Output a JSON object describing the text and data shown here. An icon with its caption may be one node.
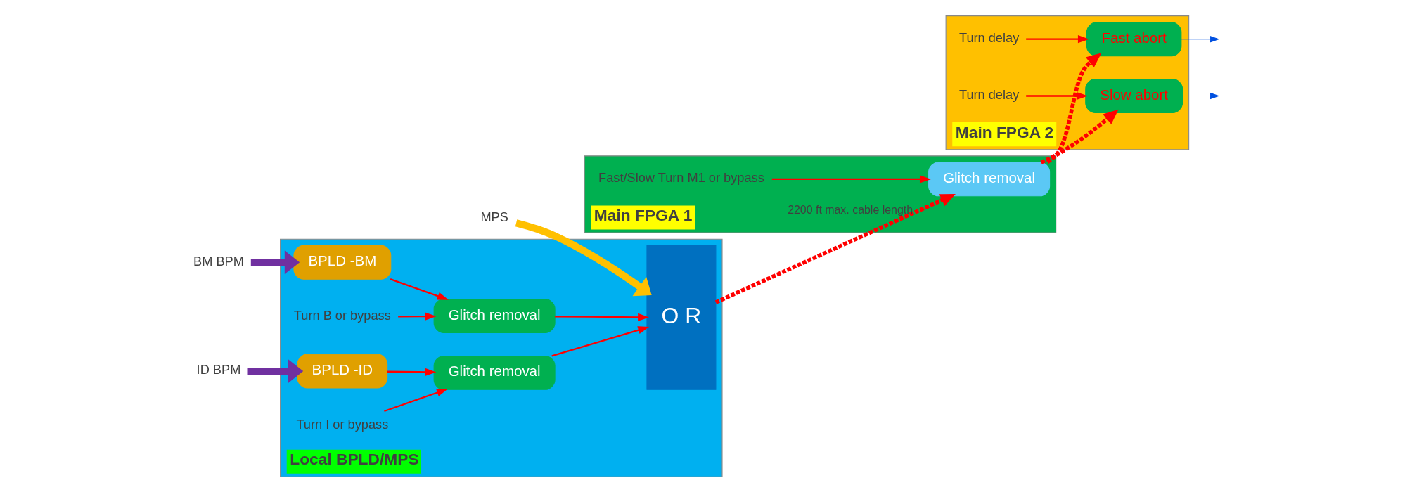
{
  "diagram": {
    "nodes": [
      {
        "text": [
          "Local BPLD/MPS"
        ]
      },
      {
        "text": [
          "BM BPM"
        ]
      },
      {
        "text": [
          "BPLD -BM"
        ],
        "in": 0
      },
      {
        "text": [
          "Glitch removal"
        ],
        "in": 0
      },
      {
        "text": [
          "Turn B or bypass"
        ],
        "in": 0
      },
      {
        "text": [
          "ID BPM"
        ]
      },
      {
        "text": [
          "BPLD -ID"
        ],
        "in": 0
      },
      {
        "text": [
          "Glitch removal"
        ],
        "in": 0
      },
      {
        "text": [
          "Turn I or bypass"
        ],
        "in": 0
      },
      {
        "text": [
          "MPS"
        ]
      },
      {
        "text": [
          "O R"
        ],
        "in": 0
      },
      {
        "text": [
          "Main FPGA 1"
        ]
      },
      {
        "text": [
          "Glitch removal"
        ],
        "in": 11
      },
      {
        "text": [
          "Fast/Slow Turn M1 or bypass"
        ],
        "in": 11
      },
      {
        "text": [
          "Main FPGA 2"
        ]
      },
      {
        "text": [
          "Fast abort"
        ],
        "in": 14
      },
      {
        "text": [
          "Turn delay"
        ],
        "in": 14
      },
      {
        "text": [
          "Slow abort"
        ],
        "in": 14
      },
      {
        "text": [
          "Turn delay"
        ],
        "in": 14
      }
    ],
    "edges": [
      {
        "from": 1,
        "to": 2,
        "arrow": "to",
        "style": "thick",
        "color": "#7030a0"
      },
      {
        "from": 2,
        "to": 3,
        "arrow": "to"
      },
      {
        "from": 3,
        "to": 10,
        "arrow": "to"
      },
      {
        "from": 4,
        "to": 3,
        "arrow": "to"
      },
      {
        "from": 5,
        "to": 6,
        "arrow": "to",
        "style": "thick",
        "color": "#7030a0"
      },
      {
        "from": 6,
        "to": 7,
        "arrow": "to"
      },
      {
        "from": 7,
        "to": 10,
        "arrow": "to"
      },
      {
        "from": 8,
        "to": 7,
        "arrow": "to"
      },
      {
        "from": 9,
        "to": 10,
        "arrow": "to",
        "style": "thick",
        "color": "#ffc000"
      },
      {
        "from": 10,
        "to": 12,
        "arrow": "to",
        "style": "dashed",
        "label": "2200 ft max. cable length"
      },
      {
        "from": 12,
        "to": 15,
        "arrow": "to",
        "style": "dashed"
      },
      {
        "from": 12,
        "to": 17,
        "arrow": "to",
        "style": "dashed"
      },
      {
        "from": 13,
        "to": 12,
        "arrow": "to"
      },
      {
        "from": 16,
        "to": 15,
        "arrow": "to"
      },
      {
        "from": 18,
        "to": 17,
        "arrow": "to"
      },
      {
        "from": 15,
        "to": null,
        "arrow": "to",
        "color": "#0050e0"
      },
      {
        "from": 17,
        "to": null,
        "arrow": "to",
        "color": "#0050e0"
      }
    ]
  }
}
